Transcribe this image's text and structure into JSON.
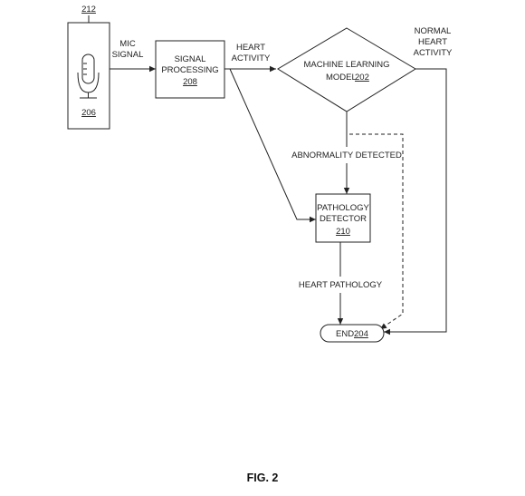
{
  "figure": {
    "caption": "FIG. 2",
    "device_ref": "212",
    "microphone": {
      "icon": "microphone-icon",
      "ref": "206"
    },
    "edges": {
      "mic_signal": [
        "MIC",
        "SIGNAL"
      ],
      "heart_activity": [
        "HEART",
        "ACTIVITY"
      ],
      "normal_heart_activity": [
        "NORMAL",
        "HEART",
        "ACTIVITY"
      ],
      "abnormality_detected": "ABNORMALITY DETECTED",
      "heart_pathology": "HEART PATHOLOGY"
    },
    "nodes": {
      "signal_processing": {
        "lines": [
          "SIGNAL",
          "PROCESSING"
        ],
        "ref": "208"
      },
      "ml_model": {
        "line1": "MACHINE LEARNING",
        "line2": "MODEL",
        "ref": "202"
      },
      "pathology_detector": {
        "lines": [
          "PATHOLOGY",
          "DETECTOR"
        ],
        "ref": "210"
      },
      "end": {
        "label": "END",
        "ref": "204"
      }
    }
  }
}
